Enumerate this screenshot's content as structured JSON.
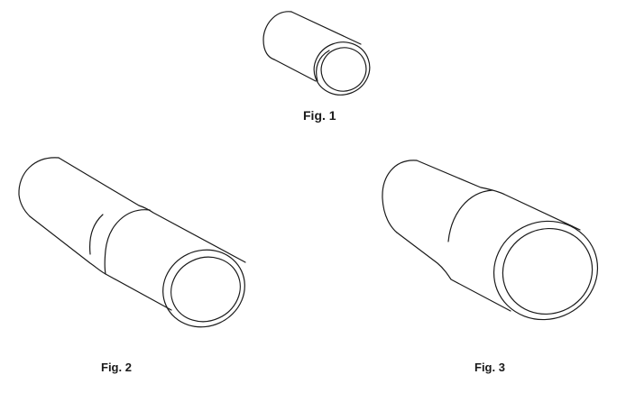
{
  "figures": [
    {
      "label": "Fig. 1"
    },
    {
      "label": "Fig. 2"
    },
    {
      "label": "Fig. 3"
    }
  ],
  "colors": {
    "line": "#1a1a1a",
    "background": "#ffffff"
  }
}
